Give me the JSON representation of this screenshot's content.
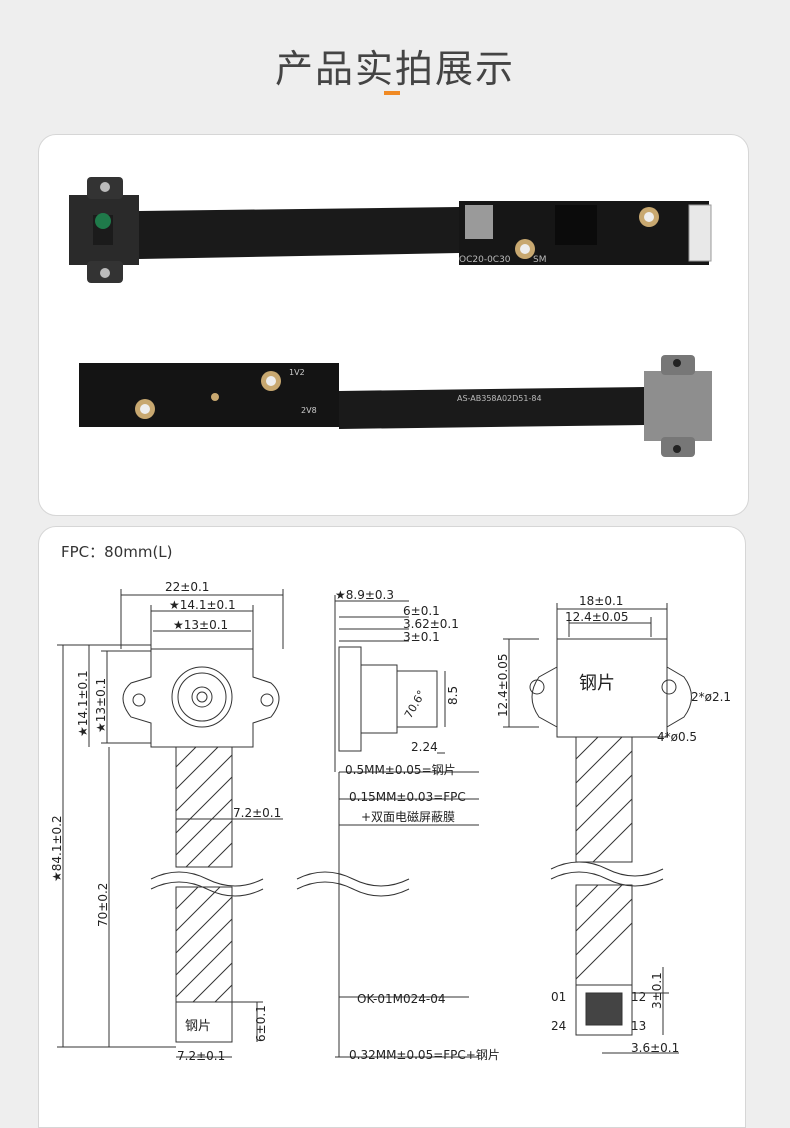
{
  "page_title": "产品实拍展示",
  "photos": {
    "top_board_text": "OC20-0C30",
    "top_board_text2": "SM",
    "bottom_fpc_text": "AS-AB358A02D51-84",
    "bottom_board_label1": "1V2",
    "bottom_board_label2": "2V8"
  },
  "drawing": {
    "fpc_label": "FPC：80mm(L)",
    "front": {
      "width_22": "22±0.1",
      "width_14": "★14.1±0.1",
      "width_13": "★13±0.1",
      "height_14": "★14.1±0.1",
      "height_13": "★13±0.1",
      "length_84": "★84.1±0.2",
      "length_70": "70±0.2",
      "fpc_width": "7.2±0.1",
      "steel_label": "钢片",
      "steel_len": "6±0.1",
      "bottom_width": "7.2±0.1"
    },
    "side": {
      "thick_89": "★8.9±0.3",
      "d6": "6±0.1",
      "d362": "3.62±0.1",
      "d3": "3±0.1",
      "angle": "70.6°",
      "h85": "8.5",
      "d224": "2.24",
      "note1": "0.5MM±0.05=钢片",
      "note2": "0.15MM±0.03=FPC",
      "note3": "+双面电磁屏蔽膜",
      "connector": "OK-01M024-04",
      "note4": "0.32MM±0.05=FPC+钢片"
    },
    "back": {
      "w18": "18±0.1",
      "w124": "12.4±0.05",
      "h124": "12.4±0.05",
      "steel_label": "钢片",
      "hole2": "2*ø2.1",
      "hole4": "4*ø0.5",
      "pin01": "01",
      "pin12": "12",
      "pin24": "24",
      "pin13": "13",
      "d3": "3±0.1",
      "d36": "3.6±0.1"
    }
  }
}
